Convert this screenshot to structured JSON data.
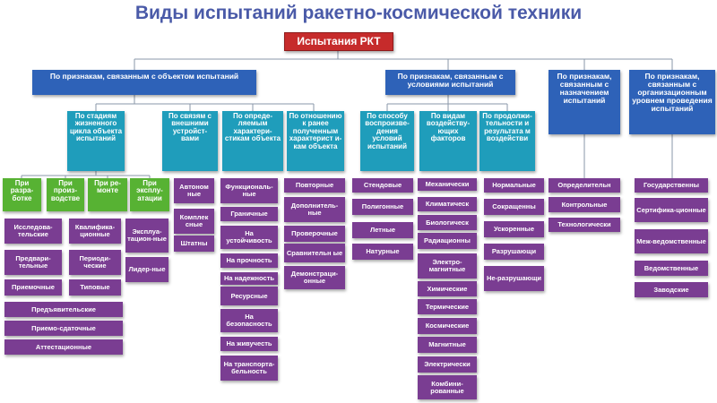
{
  "title": "Виды испытаний ракетно-космической техники",
  "root": "Испытания РКТ",
  "categories": [
    "По признакам, связанным с объектом испытаний",
    "По признакам, связанным с условиями испытаний",
    "По признакам, связанным с назначением испытаний",
    "По признакам, связанным с организационным уровнем проведения испытаний"
  ],
  "sub_object": [
    "По стадиям жизненного цикла объекта испытаний",
    "По связям с внешними устройст-вами",
    "По опреде-ляемым характери-стикам объекта",
    "По отношению к ранее полученным характерист и-кам объекта"
  ],
  "sub_conditions": [
    "По способу воспроизве-дения условий испытаний",
    "По видам воздейству-ющих факторов",
    "По продолжи-тельности и результата м воздействи"
  ],
  "stages": [
    "При разра-ботке",
    "При произ-водстве",
    "При ре-монте",
    "При эксплу-атации"
  ],
  "leaves": {
    "razrabotka": [
      "Исследова-тельские",
      "Предвари-тельные",
      "Приемочные"
    ],
    "proizvodstvo": [
      "Квалифика-ционные",
      "Периоди-ческие",
      "Типовые"
    ],
    "ekspluatatsiya": [
      "Эксплуа-тацион-ные",
      "Лидер-ные"
    ],
    "common": [
      "Предъявительские",
      "Приемо-сдаточные",
      "Аттестационные"
    ],
    "svyazi": [
      "Автоном ные",
      "Комплек сные",
      "Штатны"
    ],
    "harakteristiki": [
      "Функциональ-ные",
      "Граничные",
      "На устойчивость",
      "На прочность",
      "На надежность",
      "Ресурсные",
      "На безопасность",
      "На живучесть",
      "На транспорта-бельность"
    ],
    "otnoshenie": [
      "Повторные",
      "Дополнитель-ные",
      "Проверочные",
      "Сравнительн ые",
      "Демонстраци-онные"
    ],
    "sposob": [
      "Стендовые",
      "Полигонные",
      "Летные",
      "Натурные"
    ],
    "faktory": [
      "Механически",
      "Климатическ",
      "Биологическ",
      "Радиационны",
      "Электро-магнитные",
      "Химические",
      "Термические",
      "Космические",
      "Магнитные",
      "Электрически",
      "Комбини-рованные"
    ],
    "prodolzhitelnost": [
      "Нормальные",
      "Сокращенны",
      "Ускоренные",
      "Разрушающи",
      "Не-разрушающи"
    ],
    "naznachenie": [
      "Определительн",
      "Контрольные",
      "Технологически"
    ],
    "uroven": [
      "Государственны",
      "Сертифика-ционные",
      "Меж-ведомственные",
      "Ведомственные",
      "Заводские"
    ]
  },
  "colors": {
    "title": "#4a5aa8",
    "root": "#c62b2b",
    "category": "#2e62b8",
    "subcategory": "#1f9dbb",
    "stage": "#57b233",
    "leaf": "#7a3d92"
  }
}
